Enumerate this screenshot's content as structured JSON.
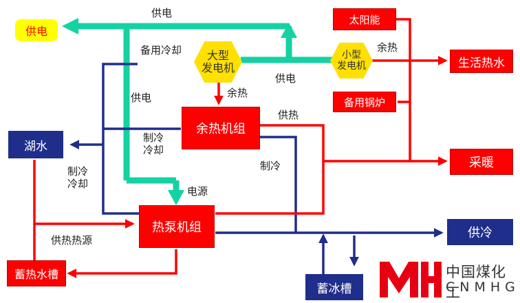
{
  "nodes": {
    "power_supply": "供电",
    "large_generator": "大型\n发电机",
    "small_generator": "小型\n发电机",
    "solar": "太阳能",
    "backup_boiler": "备用锅炉",
    "domestic_hot_water": "生活热水",
    "waste_heat_unit": "余热机组",
    "heating": "采暖",
    "lake_water": "湖水",
    "heat_pump_unit": "热泵机组",
    "cooling_supply": "供冷",
    "heat_storage_tank": "蓄热水槽",
    "ice_storage_tank": "蓄冰槽"
  },
  "labels": {
    "power_top": "供电",
    "backup_cooling": "备用冷却",
    "waste_heat_right": "余热",
    "power_mid": "供电",
    "power_left": "供电",
    "waste_heat_down": "余热",
    "heat_supply": "供热",
    "cooling_cool_1": "制冷\n冷却",
    "refrigeration": "制冷",
    "cooling_cool_2": "制冷\n冷却",
    "power_source": "电源",
    "heat_supply_source": "供热热源"
  },
  "logo": {
    "mark": "MH",
    "name_cn": "中国煤化工",
    "name_en": "CNMHG"
  },
  "colors": {
    "power": "#14d2a2",
    "heat": "#ff0000",
    "cold": "#1f2e8a",
    "generator": "#ffe000",
    "power_box": "#ffff00"
  }
}
